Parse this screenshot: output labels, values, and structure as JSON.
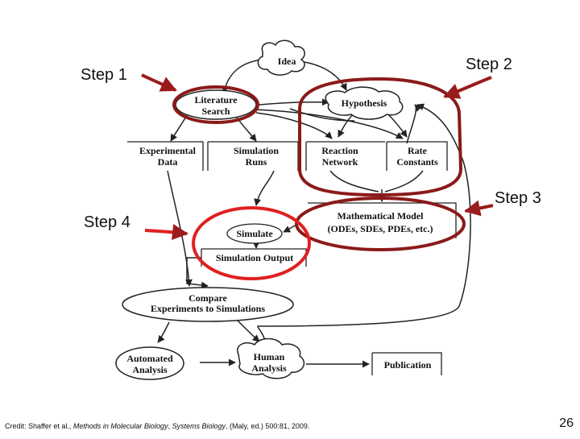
{
  "nodes": {
    "idea": "Idea",
    "literature_line1": "Literature",
    "literature_line2": "Search",
    "hypothesis": "Hypothesis",
    "experimental_line1": "Experimental",
    "experimental_line2": "Data",
    "simruns_line1": "Simulation",
    "simruns_line2": "Runs",
    "reaction_line1": "Reaction",
    "reaction_line2": "Network",
    "rate_line1": "Rate",
    "rate_line2": "Constants",
    "model_line1": "Mathematical Model",
    "model_line2": "(ODEs, SDEs, PDEs, etc.)",
    "simulate": "Simulate",
    "simoutput": "Simulation Output",
    "compare_line1": "Compare",
    "compare_line2": "Experiments to Simulations",
    "automated_line1": "Automated",
    "automated_line2": "Analysis",
    "human_line1": "Human",
    "human_line2": "Analysis",
    "publication": "Publication"
  },
  "steps": {
    "step1": "Step 1",
    "step2": "Step 2",
    "step3": "Step 3",
    "step4": "Step 4"
  },
  "credit": {
    "prefix": "Credit: Shaffer et al., ",
    "book": "Methods in Molecular Biology",
    "mid": ", ",
    "series": "Systems Biology",
    "suffix": ", (Maly, ed.) 500:81, 2009."
  },
  "page_number": "26",
  "colors": {
    "highlight": "#c0392b",
    "ring": "#8b1a1a",
    "pointer": "#9b1c1c",
    "lines": "#222222"
  }
}
